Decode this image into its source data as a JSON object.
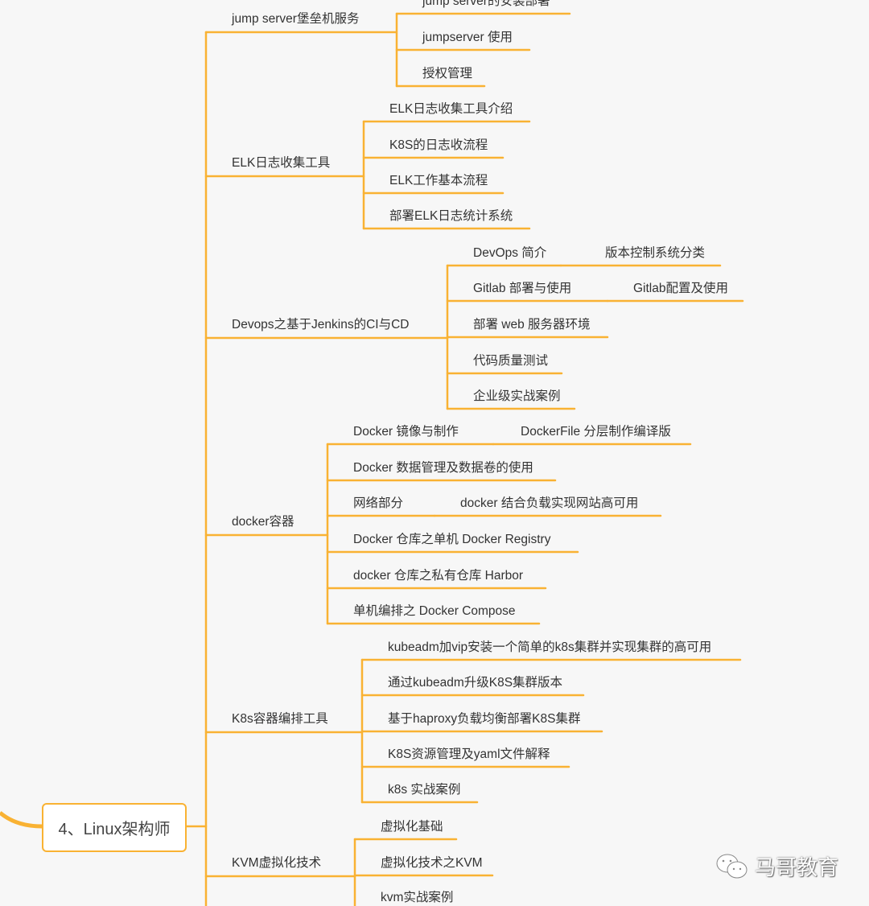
{
  "root": {
    "label": "4、Linux架构师"
  },
  "accent_color": "#F9B233",
  "branches": [
    {
      "label": "jump server堡垒机服务",
      "children": [
        {
          "label": "jump server的安装部署"
        },
        {
          "label": "jumpserver 使用"
        },
        {
          "label": "授权管理"
        }
      ]
    },
    {
      "label": "ELK日志收集工具",
      "children": [
        {
          "label": "ELK日志收集工具介绍"
        },
        {
          "label": "K8S的日志收流程"
        },
        {
          "label": "ELK工作基本流程"
        },
        {
          "label": "部署ELK日志统计系统"
        }
      ]
    },
    {
      "label": "Devops之基于Jenkins的CI与CD",
      "children": [
        {
          "label": "DevOps 简介",
          "child": "版本控制系统分类"
        },
        {
          "label": "Gitlab 部署与使用",
          "child": "Gitlab配置及使用"
        },
        {
          "label": "部署 web 服务器环境"
        },
        {
          "label": "代码质量测试"
        },
        {
          "label": "企业级实战案例"
        }
      ]
    },
    {
      "label": "docker容器",
      "children": [
        {
          "label": "Docker 镜像与制作",
          "child": "DockerFile 分层制作编译版"
        },
        {
          "label": "Docker 数据管理及数据卷的使用"
        },
        {
          "label": "网络部分",
          "child": "docker 结合负载实现网站高可用"
        },
        {
          "label": "Docker 仓库之单机 Docker Registry"
        },
        {
          "label": "docker 仓库之私有仓库 Harbor"
        },
        {
          "label": "单机编排之 Docker Compose"
        }
      ]
    },
    {
      "label": "K8s容器编排工具",
      "children": [
        {
          "label": "kubeadm加vip安装一个简单的k8s集群并实现集群的高可用"
        },
        {
          "label": "通过kubeadm升级K8S集群版本"
        },
        {
          "label": "基于haproxy负载均衡部署K8S集群"
        },
        {
          "label": "K8S资源管理及yaml文件解释"
        },
        {
          "label": "k8s 实战案例"
        }
      ]
    },
    {
      "label": "KVM虚拟化技术",
      "children": [
        {
          "label": "虚拟化基础"
        },
        {
          "label": "虚拟化技术之KVM"
        },
        {
          "label": "kvm实战案例"
        }
      ]
    }
  ],
  "watermark": {
    "text": "马哥教育"
  }
}
